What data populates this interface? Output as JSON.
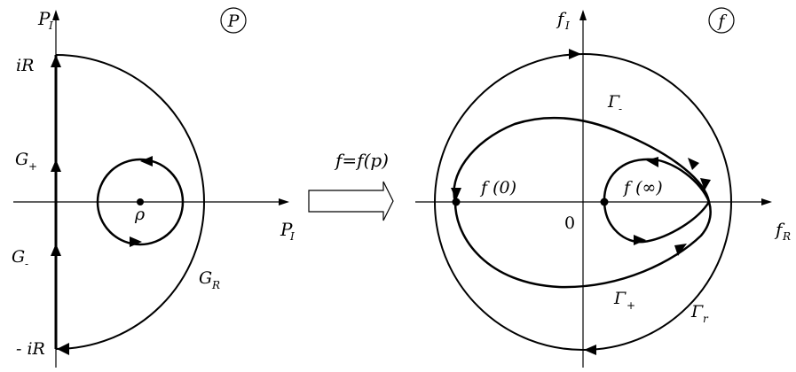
{
  "left_plane": {
    "badge": "P",
    "axis_y_label": "P",
    "axis_y_sub": "I",
    "axis_x_label": "P",
    "axis_x_sub": "I",
    "top_label": "iR",
    "bottom_label": "- iR",
    "g_plus": "G",
    "g_plus_sub": "+",
    "g_minus": "G",
    "g_minus_sub": "-",
    "g_r": "G",
    "g_r_sub": "R",
    "rho": "ρ"
  },
  "mapping": {
    "label": "f=f(p)"
  },
  "right_plane": {
    "badge": "f",
    "axis_y_label": "f",
    "axis_y_sub": "I",
    "axis_x_label": "f",
    "axis_x_sub": "R",
    "origin": "0",
    "f_zero": "f (0)",
    "f_inf": "f (∞)",
    "gamma_minus": "Γ",
    "gamma_minus_sub": "-",
    "gamma_plus": "Γ",
    "gamma_plus_sub": "+",
    "gamma_r": "Γ",
    "gamma_r_sub": "r"
  }
}
